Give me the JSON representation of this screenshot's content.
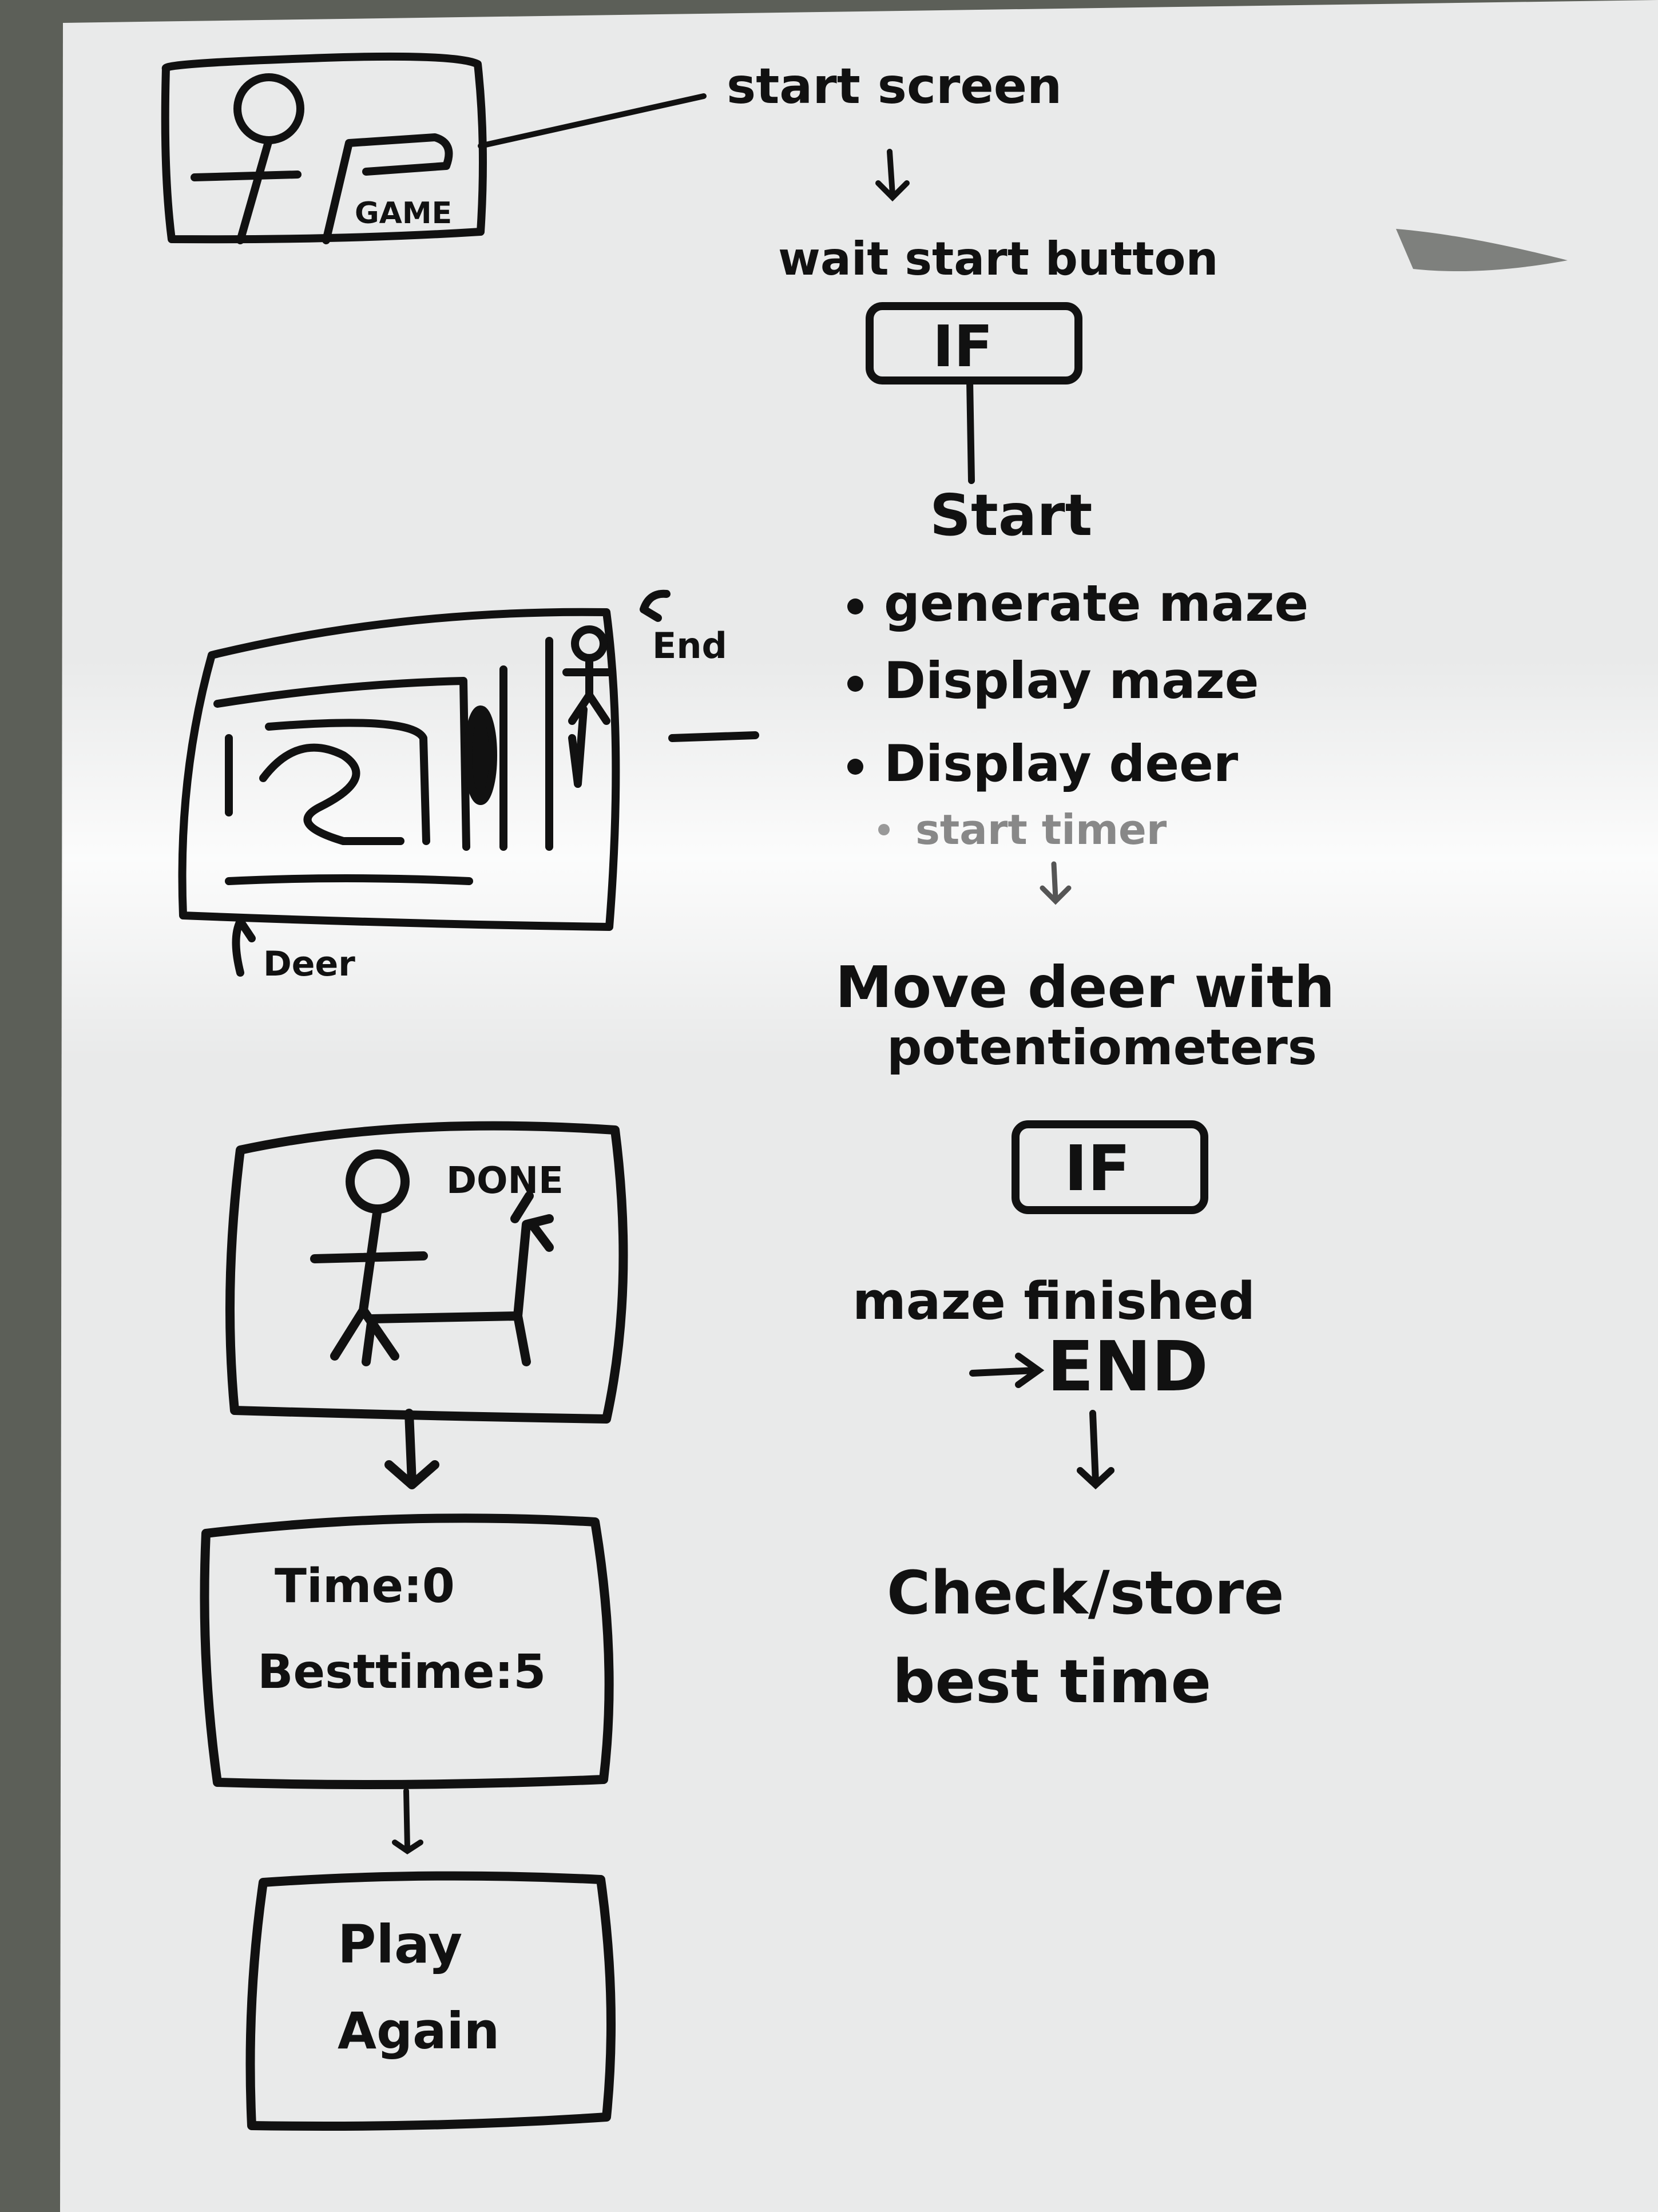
{
  "whiteboard": {
    "flow": {
      "start_screen": "start screen",
      "wait_start": "wait start button",
      "if_1": "IF",
      "start": "Start",
      "steps": [
        "generate maze",
        "Display maze",
        "Display deer",
        "start timer"
      ],
      "move_line1": "Move deer with",
      "move_line2": "potentiometers",
      "if_2": "IF",
      "maze_finished": "maze finished",
      "end": "END",
      "check_line1": "Check/store",
      "check_line2": "best time"
    },
    "sketches": {
      "game_label": "GAME",
      "end_label": "End",
      "deer_label": "Deer",
      "done_label": "DONE",
      "time_label": "Time:0",
      "best_time_label": "Besttime:5",
      "play_line1": "Play",
      "play_line2": "Again"
    }
  }
}
